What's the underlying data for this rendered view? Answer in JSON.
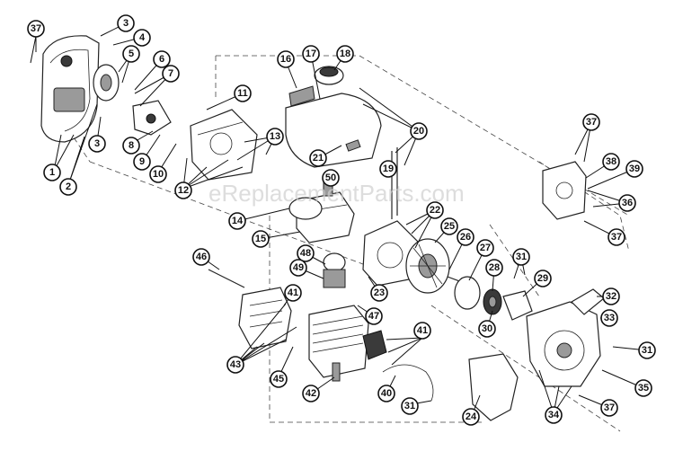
{
  "watermark": "eReplacementParts.com",
  "callouts": {
    "c1": "1",
    "c2": "2",
    "c3a": "3",
    "c3b": "3",
    "c4": "4",
    "c5": "5",
    "c6": "6",
    "c7": "7",
    "c8": "8",
    "c9": "9",
    "c10": "10",
    "c11": "11",
    "c12": "12",
    "c13": "13",
    "c14": "14",
    "c15": "15",
    "c16": "16",
    "c17": "17",
    "c18": "18",
    "c19": "19",
    "c20": "20",
    "c21": "21",
    "c22": "22",
    "c23": "23",
    "c24": "24",
    "c25": "25",
    "c26": "26",
    "c27": "27",
    "c28": "28",
    "c29": "29",
    "c30": "30",
    "c31a": "31",
    "c31b": "31",
    "c31c": "31",
    "c32": "32",
    "c33": "33",
    "c34": "34",
    "c35": "35",
    "c36": "36",
    "c37a": "37",
    "c37b": "37",
    "c37c": "37",
    "c37d": "37",
    "c38": "38",
    "c39": "39",
    "c40": "40",
    "c41a": "41",
    "c41b": "41",
    "c42": "42",
    "c43": "43",
    "c45": "45",
    "c46": "46",
    "c47": "47",
    "c48": "48",
    "c49": "49",
    "c50": "50"
  }
}
